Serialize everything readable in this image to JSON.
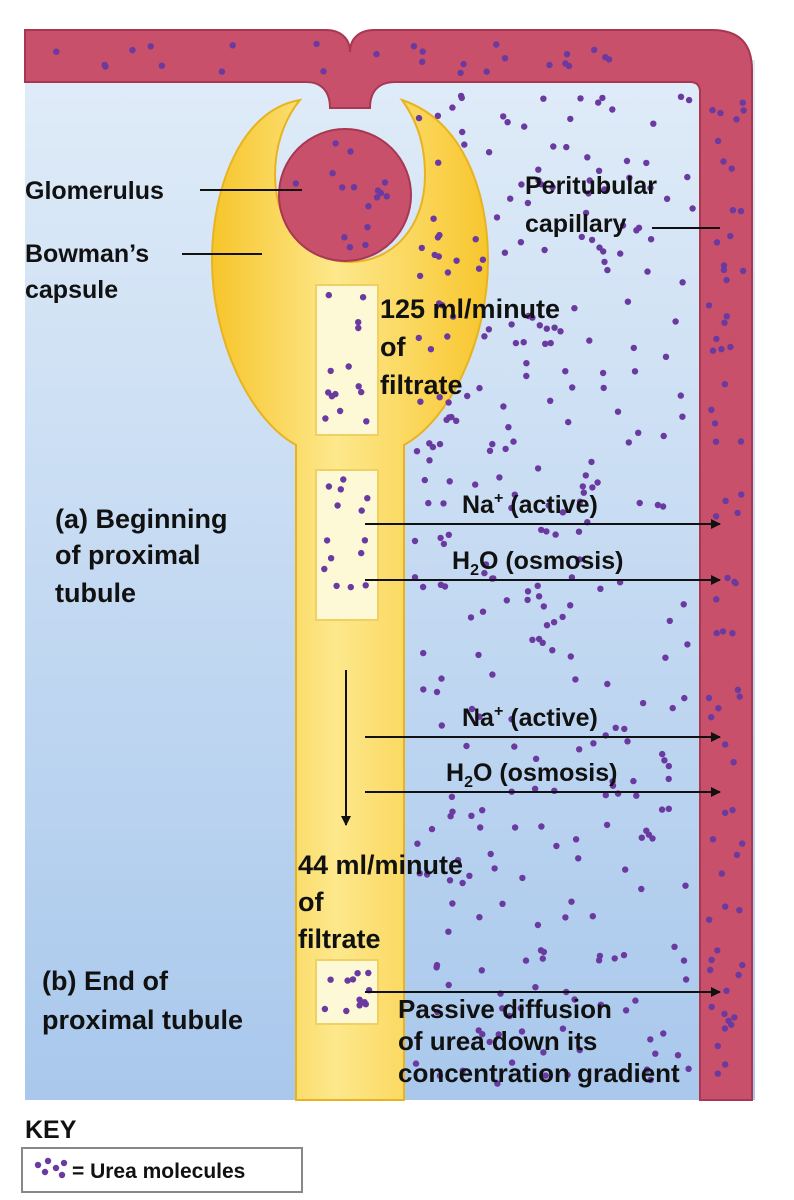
{
  "labels": {
    "glomerulus": "Glomerulus",
    "bowmans_capsule_1": "Bowman’s",
    "bowmans_capsule_2": "capsule",
    "peritubular_1": "Peritubular",
    "peritubular_2": "capillary",
    "filtrate_start_1": "125 ml/minute",
    "filtrate_start_2": "of",
    "filtrate_start_3": "filtrate",
    "beginning_1": "(a) Beginning",
    "beginning_2": "of proximal",
    "beginning_3": "tubule",
    "na_active": "Na",
    "na_charge": "+",
    "na_active_suffix": " (active)",
    "h2o_h": "H",
    "h2o_sub": "2",
    "h2o_suffix": "O (osmosis)",
    "filtrate_end_1": "44 ml/minute",
    "filtrate_end_2": "of",
    "filtrate_end_3": "filtrate",
    "end_1": "(b) End of",
    "end_2": "proximal tubule",
    "diffusion_1": "Passive diffusion",
    "diffusion_2": "of urea down its",
    "diffusion_3": "concentration gradient"
  },
  "key": {
    "title": "KEY",
    "entry": "= Urea molecules"
  },
  "colors": {
    "capillary": "#c8506a",
    "capillary_edge": "#a83752",
    "tubule": "#fbd23b",
    "tubule_light": "#fde88c",
    "filtrate_box": "#fdf8d6",
    "urea": "#6a3aa0",
    "interstitial_top": "#e0ecf8",
    "interstitial_bottom": "#a9c8ec"
  }
}
